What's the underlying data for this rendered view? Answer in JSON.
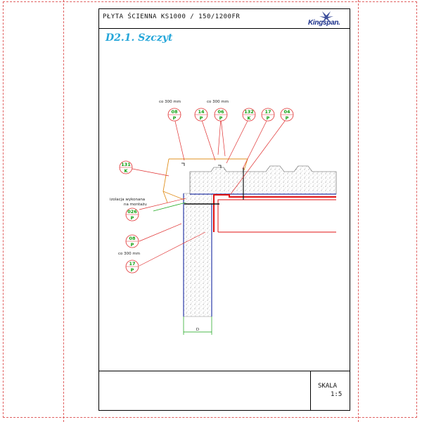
{
  "document": {
    "title": "PŁYTA ŚCIENNA KS1000 / 150/1200FR",
    "logo": "Kingspan.",
    "section_title": "D2.1.  Szczyt",
    "scale_label": "SKALA",
    "scale_value": "1:5"
  },
  "annotations": {
    "spacing_left": "co 300 mm",
    "spacing_right": "co 300 mm",
    "spacing_bottom": "co 300 mm",
    "insulation_note_line1": "izolacja wykonana",
    "insulation_note_line2": "na montażu",
    "dimension": "D"
  },
  "callouts": [
    {
      "top": "08",
      "bottom": "P"
    },
    {
      "top": "14",
      "bottom": "P"
    },
    {
      "top": "06",
      "bottom": "P"
    },
    {
      "top": "132",
      "bottom": "K"
    },
    {
      "top": "17",
      "bottom": "P"
    },
    {
      "top": "04",
      "bottom": "P"
    },
    {
      "top": "131",
      "bottom": "K"
    },
    {
      "top": "026",
      "bottom": "P"
    },
    {
      "top": "08",
      "bottom": "P"
    },
    {
      "top": "17",
      "bottom": "P"
    }
  ],
  "colors": {
    "callout_ring": "#e03030",
    "callout_text": "#11a011",
    "flashing": "#e09020",
    "panel_face": "#2a3aa8",
    "steel": "#e01010",
    "title_accent": "#25a6d9"
  }
}
